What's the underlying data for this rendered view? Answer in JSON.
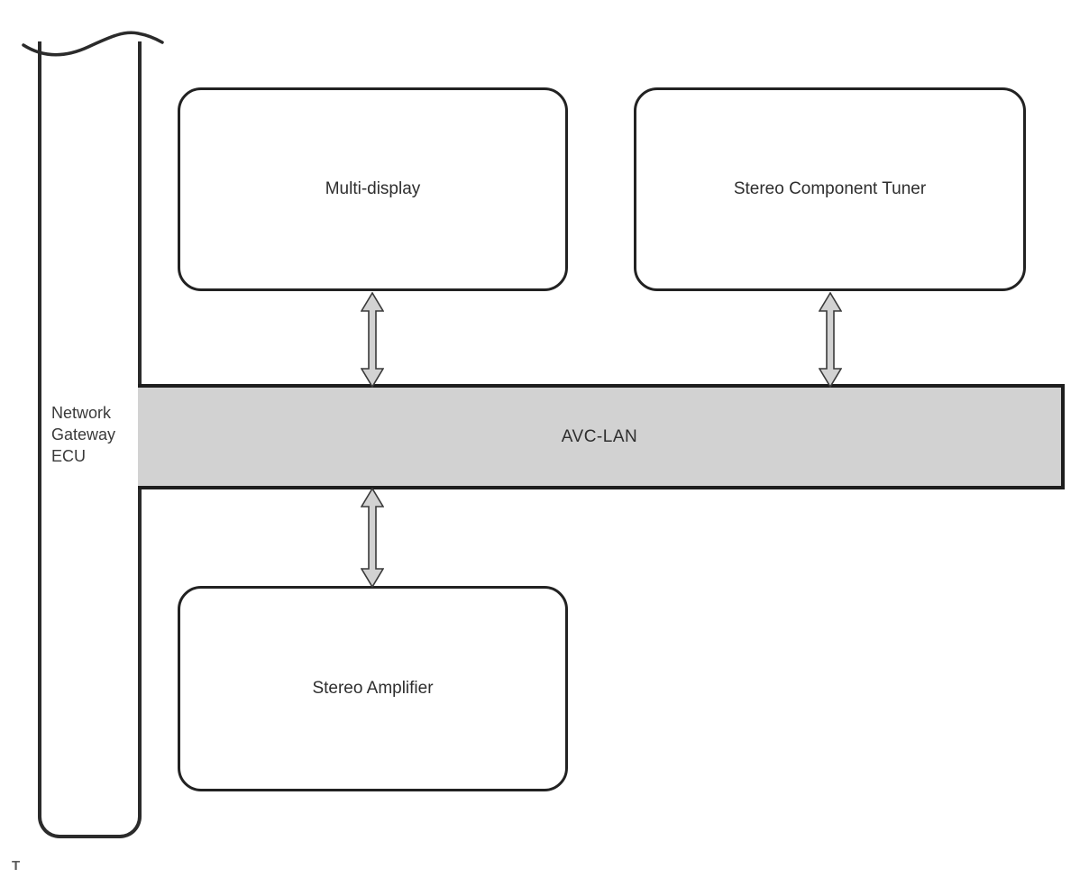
{
  "diagram": {
    "gateway": {
      "lines": [
        "Network",
        "Gateway",
        "ECU"
      ]
    },
    "bus": {
      "label": "AVC-LAN"
    },
    "nodes": [
      {
        "id": "multi-display",
        "label": "Multi-display"
      },
      {
        "id": "stereo-component-tuner",
        "label": "Stereo Component Tuner"
      },
      {
        "id": "stereo-amplifier",
        "label": "Stereo Amplifier"
      }
    ],
    "footnote": "T",
    "colors": {
      "bus_fill": "#d2d2d2",
      "arrow_fill": "#d2d2d2",
      "box_border": "#222222",
      "arrow_outline": "#3a3a3a"
    }
  }
}
